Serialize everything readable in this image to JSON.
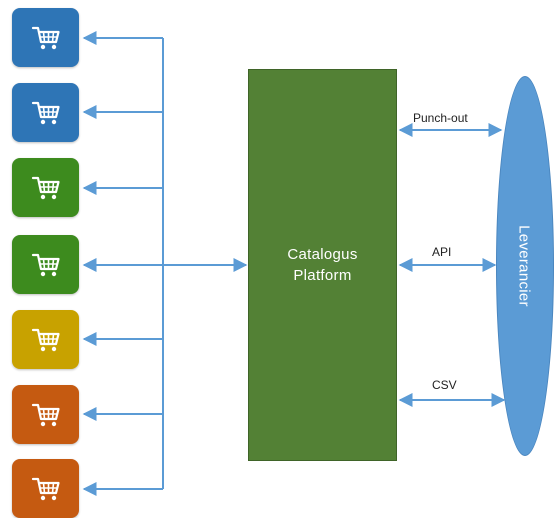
{
  "colors": {
    "connector": "#5b9bd5",
    "platform_fill": "#538135",
    "supplier_fill": "#5b9bd5",
    "shop_blue": "#2e75b6",
    "shop_green": "#3d8b1e",
    "shop_yellow": "#c8a200",
    "shop_orange": "#c55a11"
  },
  "shops": [
    {
      "icon": "shopping-cart-icon",
      "color": "#2e75b6"
    },
    {
      "icon": "shopping-cart-icon",
      "color": "#2e75b6"
    },
    {
      "icon": "shopping-cart-icon",
      "color": "#3d8b1e"
    },
    {
      "icon": "shopping-cart-icon",
      "color": "#3d8b1e"
    },
    {
      "icon": "shopping-cart-icon",
      "color": "#c8a200"
    },
    {
      "icon": "shopping-cart-icon",
      "color": "#c55a11"
    },
    {
      "icon": "shopping-cart-icon",
      "color": "#c55a11"
    }
  ],
  "platform": {
    "line1": "Catalogus",
    "line2": "Platform"
  },
  "supplier": {
    "label": "Leverancier"
  },
  "connections": [
    {
      "label": "Punch-out"
    },
    {
      "label": "API"
    },
    {
      "label": "CSV"
    }
  ]
}
